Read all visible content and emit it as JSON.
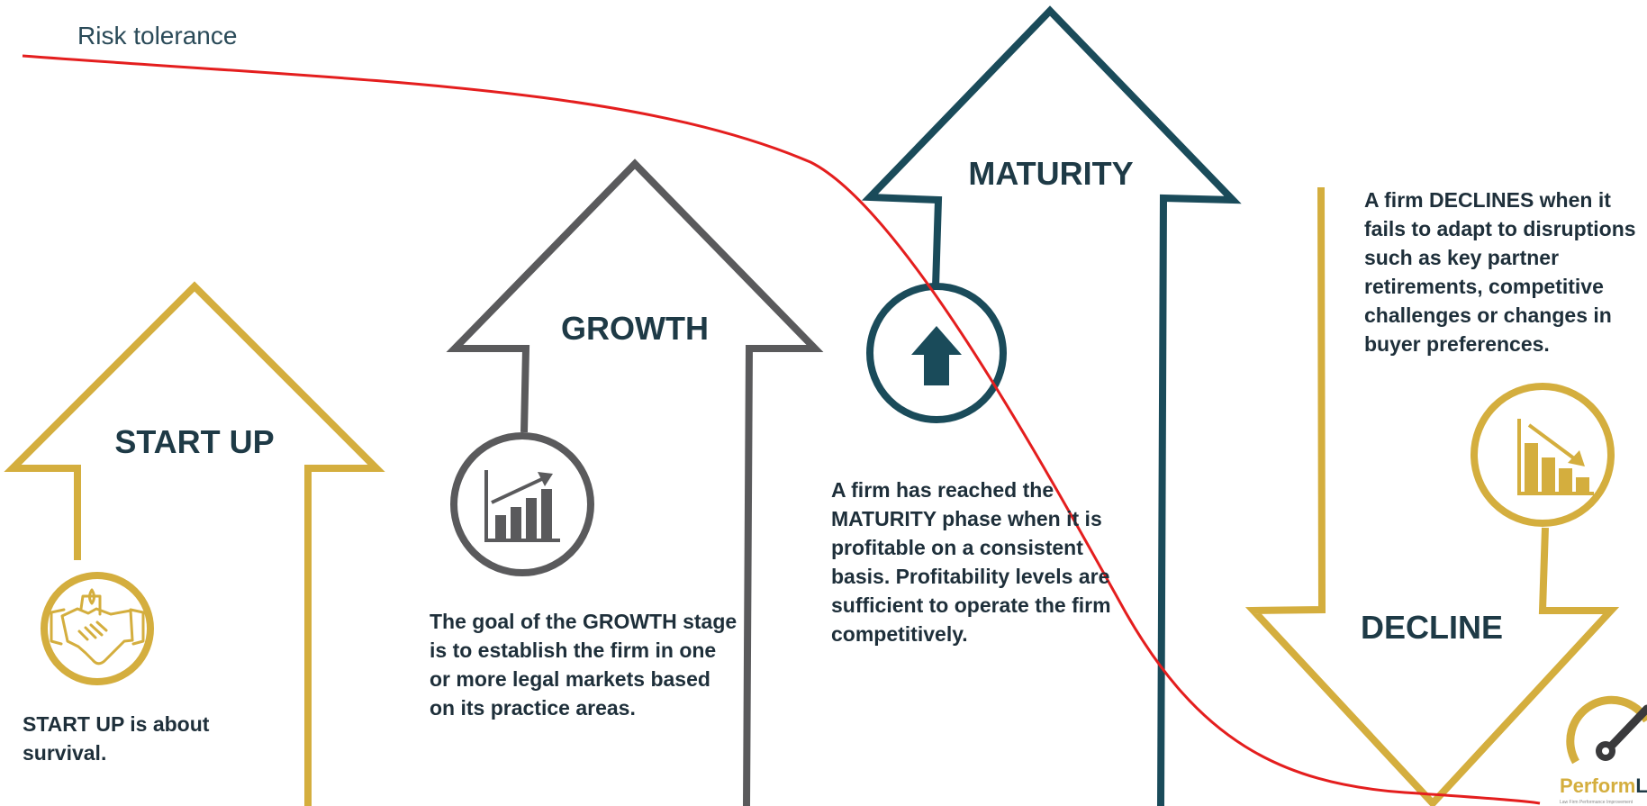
{
  "risk_label": "Risk tolerance",
  "colors": {
    "startup": "#d4ae3e",
    "growth": "#5a5a5c",
    "maturity": "#1a4b5a",
    "decline": "#d4ae3e",
    "risk_curve": "#e41e1e",
    "text": "#1e3a46"
  },
  "stages": {
    "startup": {
      "title": "START UP",
      "description": "START UP is about survival.",
      "icon": "handshake-icon"
    },
    "growth": {
      "title": "GROWTH",
      "description": "The goal of the GROWTH stage is to establish the firm in one or more legal markets based on its practice areas.",
      "icon": "bar-chart-up-icon"
    },
    "maturity": {
      "title": "MATURITY",
      "description": "A firm has reached the MATURITY phase when it is profitable on a consistent basis. Profitability levels are sufficient to operate the firm competitively.",
      "icon": "arrow-up-icon"
    },
    "decline": {
      "title": "DECLINE",
      "description": "A firm DECLINES when it fails to adapt to disruptions such as key partner retirements, competitive challenges or changes in buyer preferences.",
      "icon": "bar-chart-down-icon"
    }
  },
  "logo": {
    "name_prefix": "Perform",
    "name_suffix": "L",
    "tagline": "Law Firm Performance Improvement"
  }
}
